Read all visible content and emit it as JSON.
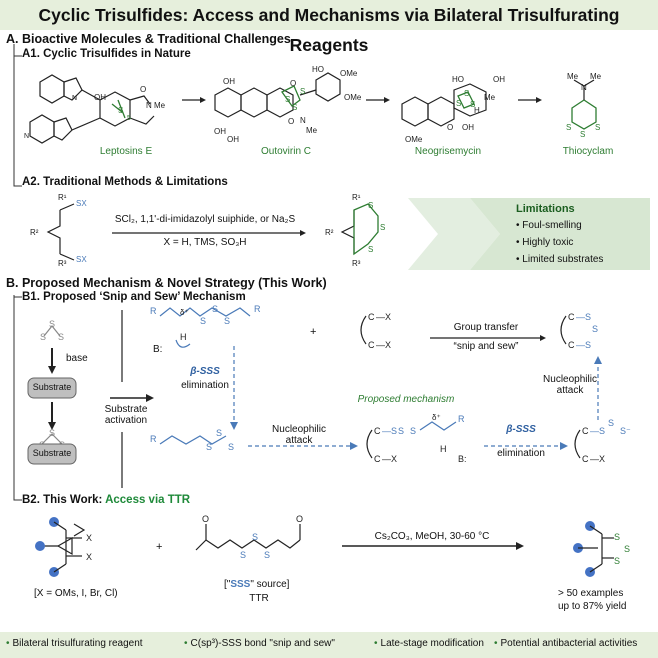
{
  "title": "Cyclic Trisulfides: Access and Mechanisms via Bilateral Trisulfurating Reagents",
  "sectionA": "A. Bioactive Molecules & Traditional Challenges",
  "a1": "A1. Cyclic Trisulfides in Nature",
  "molecules": [
    "Leptosins E",
    "Outovirin C",
    "Neogrisemycin",
    "Thiocyclam"
  ],
  "a2": "A2. Traditional Methods & Limitations",
  "traditional": {
    "reagents": "SCl₂, 1,1'-di-imidazolyl suiphide, or Na₂S",
    "conditions": "X = H, TMS, SO₃H"
  },
  "limitations": {
    "title": "Limitations",
    "items": [
      "Foul-smelling",
      "Highly toxic",
      "Limited substrates"
    ]
  },
  "sectionB": "B. Proposed Mechanism & Novel Strategy (This Work)",
  "b1": "B1. Proposed ‘Snip and Sew’ Mechanism",
  "mechanism": {
    "base": "base",
    "substrate": "Substrate",
    "substrate_activation": "Substrate activation",
    "group_transfer": "Group transfer",
    "snip_sew": "“snip and sew”",
    "proposed": "Proposed mechanism",
    "beta_sss_1": "β-SSS",
    "elimination_1": "elimination",
    "nucleophilic_1": "Nucleophilic attack",
    "beta_sss_2": "β-SSS",
    "elimination_2": "elimination",
    "nucleophilic_2": "Nucleophilic attack",
    "B": "B:",
    "plus": "+"
  },
  "b2": {
    "prefix": "B2. This Work: ",
    "highlight": "Access via TTR"
  },
  "ttr": {
    "x_def": "[X = OMs, I, Br, Cl)",
    "source_open": "[\"",
    "source_sss": "SSS",
    "source_close": "\" source]",
    "name": "TTR",
    "conditions": "Cs₂CO₃, MeOH, 30-60 °C",
    "examples": "> 50 examples",
    "yield": "up to 87% yield",
    "plus": "+"
  },
  "footer": [
    "Bilateral trisulfurating reagent",
    "C(sp³)-SSS bond \"snip and sew\"",
    "Late-stage modification",
    "Potential antibacterial activities"
  ]
}
